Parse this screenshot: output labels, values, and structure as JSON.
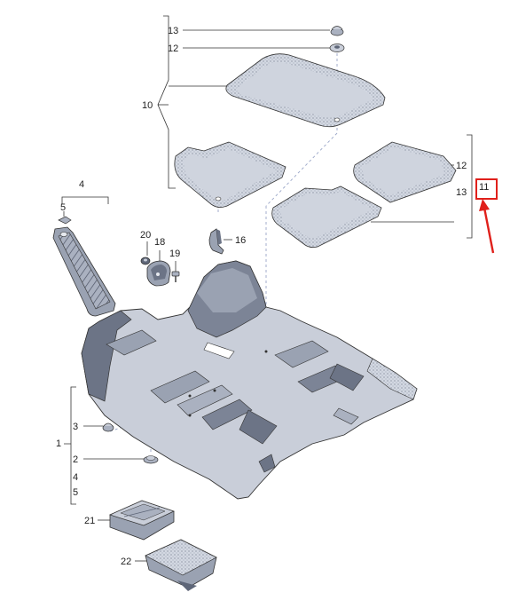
{
  "callouts": {
    "c13_top": "13",
    "c12_top": "12",
    "c10": "10",
    "c12_right": "12",
    "c13_right": "13",
    "c11": "11",
    "c4": "4",
    "c5_top": "5",
    "c20": "20",
    "c18": "18",
    "c19": "19",
    "c16": "16",
    "c3": "3",
    "c1": "1",
    "c2": "2",
    "c4_bottom": "4",
    "c5_bottom": "5",
    "c21": "21",
    "c22": "22"
  },
  "colors": {
    "part_fill": "#c9ced9",
    "part_dark": "#9aa2b2",
    "part_shadow": "#5e6678",
    "line": "#333333",
    "dash": "#9aa6c8",
    "highlight": "#e0201b"
  }
}
